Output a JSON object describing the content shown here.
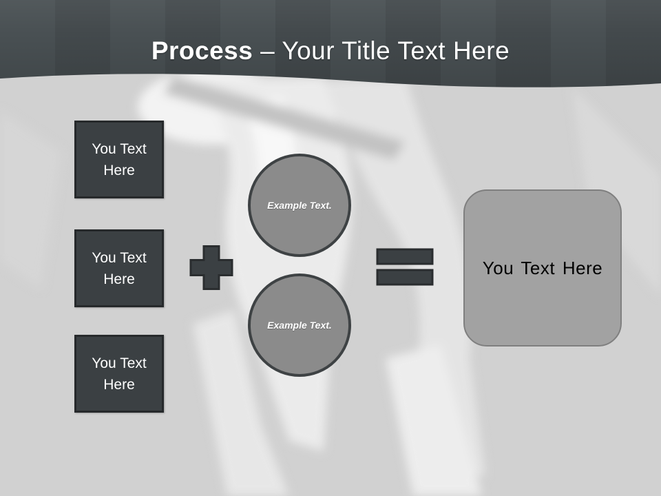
{
  "header": {
    "title_bold": "Process",
    "title_rest": " – Your Title Text Here"
  },
  "steps": [
    {
      "label": "You Text Here"
    },
    {
      "label": "You Text Here"
    },
    {
      "label": "You Text Here"
    }
  ],
  "operators": [
    {
      "icon": "plus-icon",
      "meaning": "+"
    },
    {
      "icon": "equals-icon",
      "meaning": "="
    }
  ],
  "example_circles": [
    {
      "label": "Example Text."
    },
    {
      "label": "Example Text."
    }
  ],
  "result": {
    "label": "You Text Here"
  },
  "colors": {
    "header_dark": "#454c4f",
    "header_darker": "#343a3d",
    "background": "#d1d1d1",
    "step_box_fill": "#3b4043",
    "step_box_border": "#26292b",
    "shape_fill": "#3b4043",
    "shape_border": "#2a2d2f",
    "circle_fill": "#8b8b8b",
    "circle_border": "#3e4244",
    "result_fill": "#a2a2a2",
    "result_border": "#7f7f7f",
    "title_text": "#ffffff",
    "step_text": "#ffffff",
    "circle_text": "#ffffff",
    "result_text": "#000000"
  }
}
